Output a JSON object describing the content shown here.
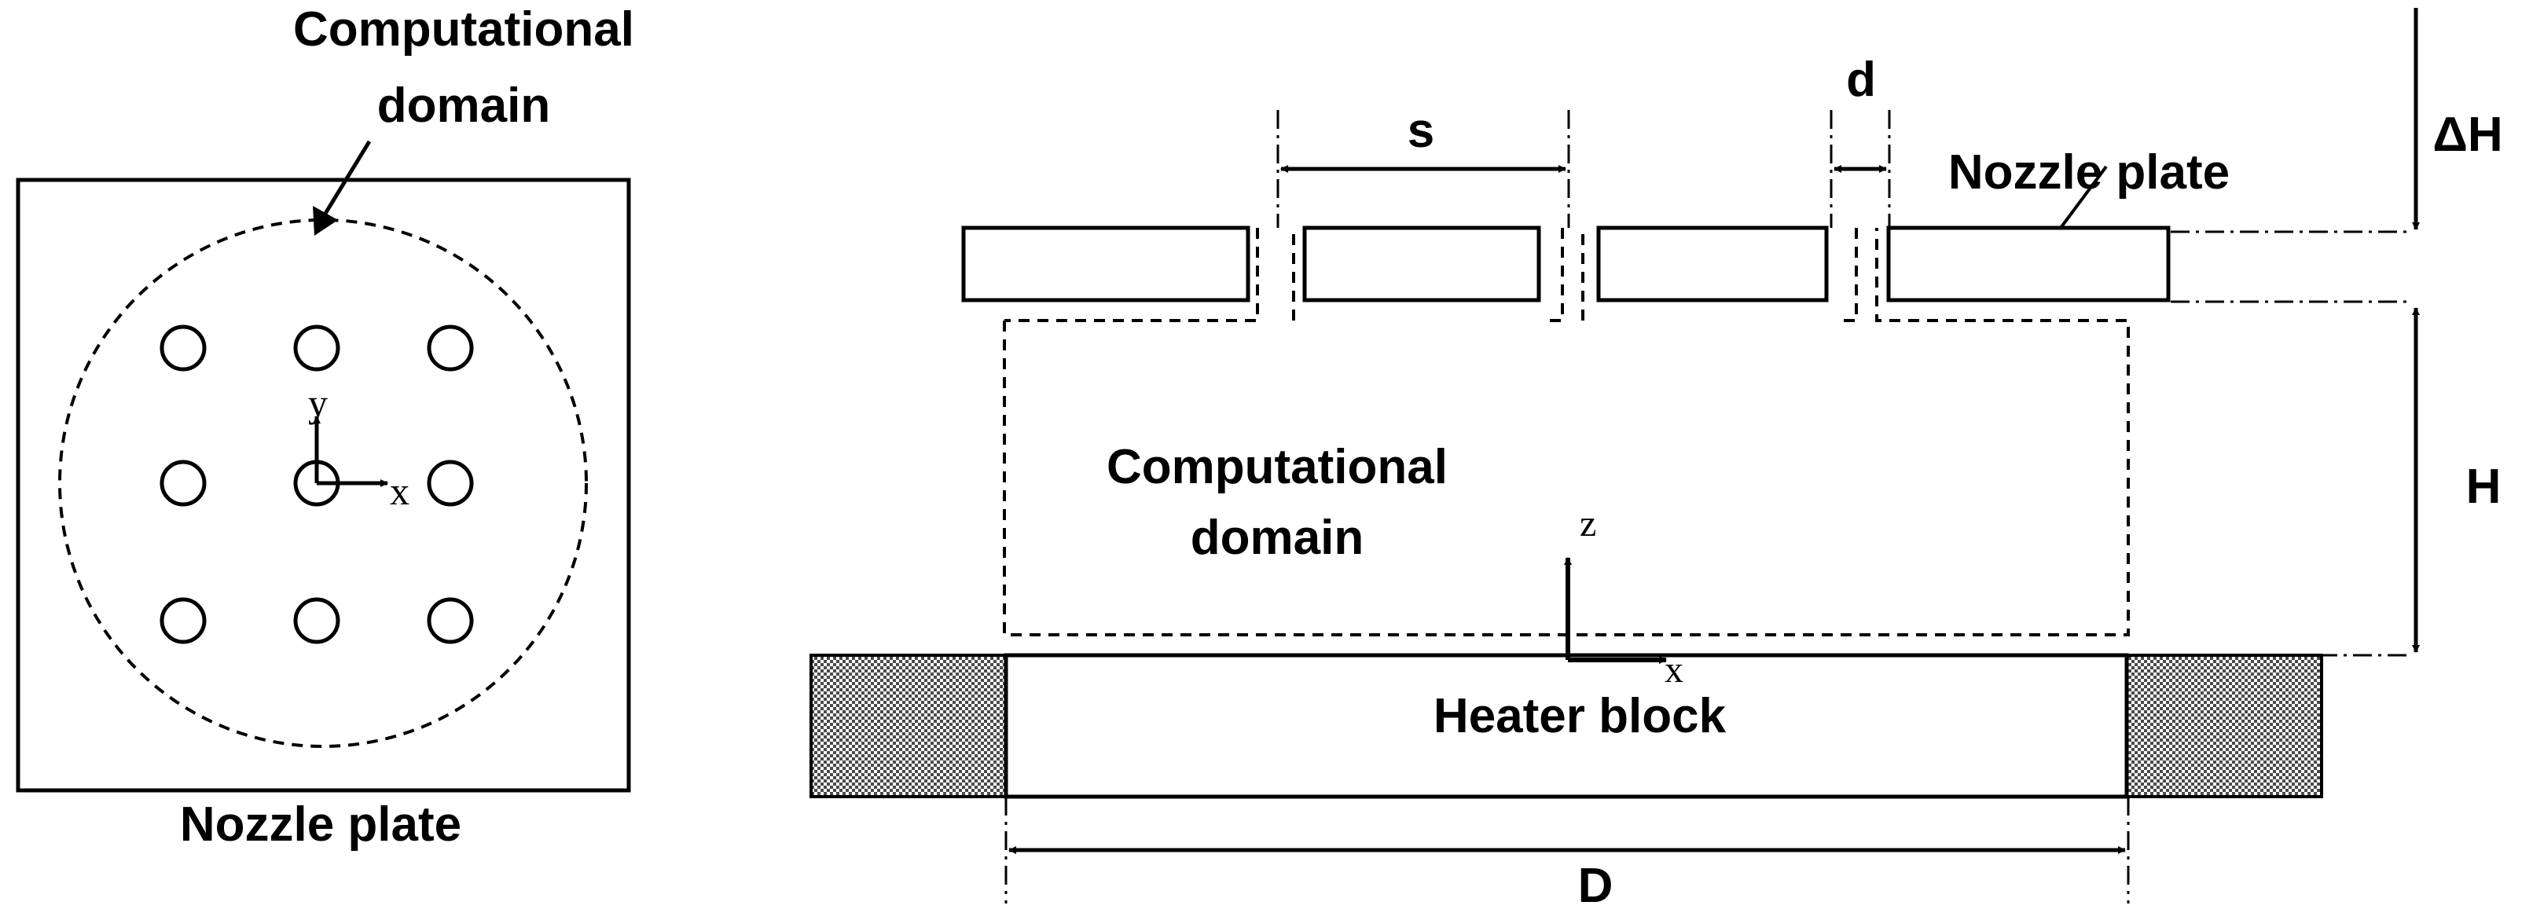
{
  "left_view": {
    "domain_label_line1": "Computational",
    "domain_label_line2": "domain",
    "plate_label": "Nozzle plate",
    "axis_y": "y",
    "axis_x": "x",
    "nozzle_grid": {
      "rows": 3,
      "cols": 3
    }
  },
  "side_view": {
    "dim_s": "s",
    "dim_d": "d",
    "dim_delta_h": "ΔH",
    "dim_h": "H",
    "dim_D": "D",
    "plate_label": "Nozzle plate",
    "domain_label_line1": "Computational",
    "domain_label_line2": "domain",
    "axis_z": "z",
    "axis_x": "x",
    "heater_label": "Heater block"
  },
  "colors": {
    "ink": "#000000",
    "background": "#ffffff",
    "hatch": "#555555"
  }
}
